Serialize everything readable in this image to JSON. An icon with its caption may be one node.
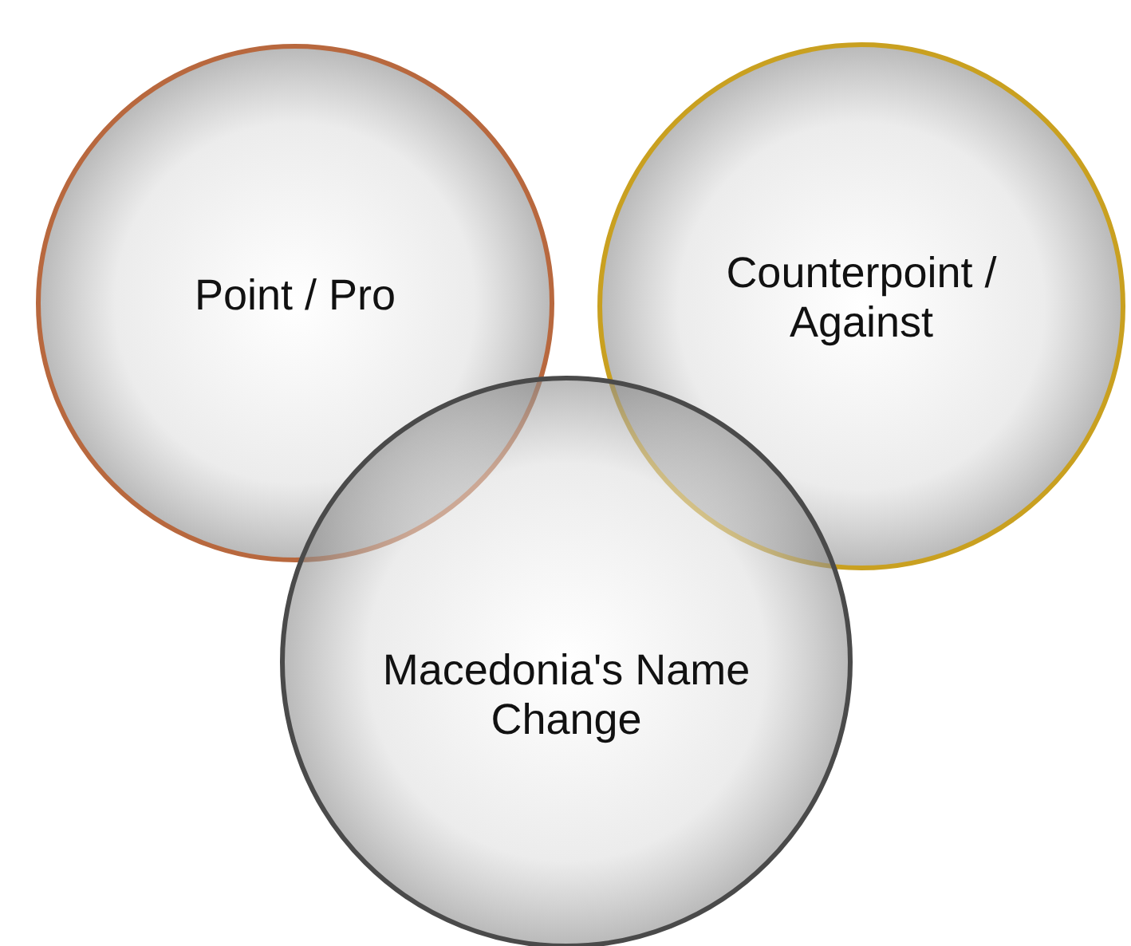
{
  "diagram": {
    "nodes": [
      {
        "text": [
          "Point / Pro"
        ]
      },
      {
        "text": [
          "Counterpoint / Against"
        ]
      },
      {
        "text": [
          "Macedonia's Name Change"
        ]
      }
    ]
  }
}
